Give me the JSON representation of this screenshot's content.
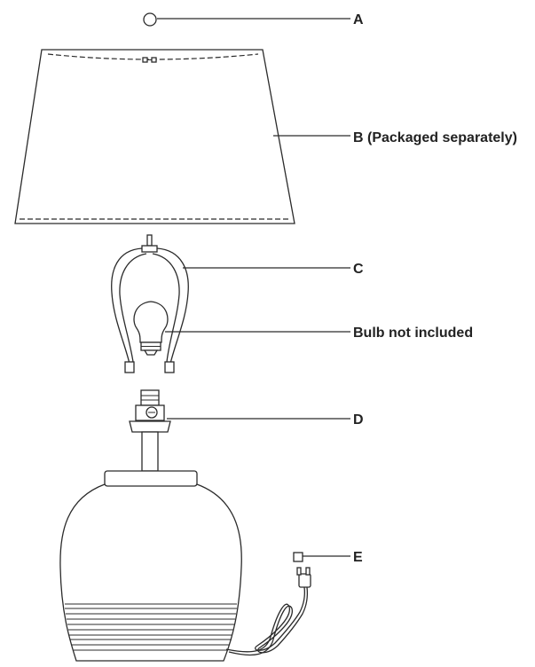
{
  "labels": {
    "a": "A",
    "b": "B (Packaged separately)",
    "c": "C",
    "bulb": "Bulb not included",
    "d": "D",
    "e": "E"
  },
  "colors": {
    "line": "#2b2b2b",
    "text": "#222222",
    "background": "#ffffff"
  }
}
